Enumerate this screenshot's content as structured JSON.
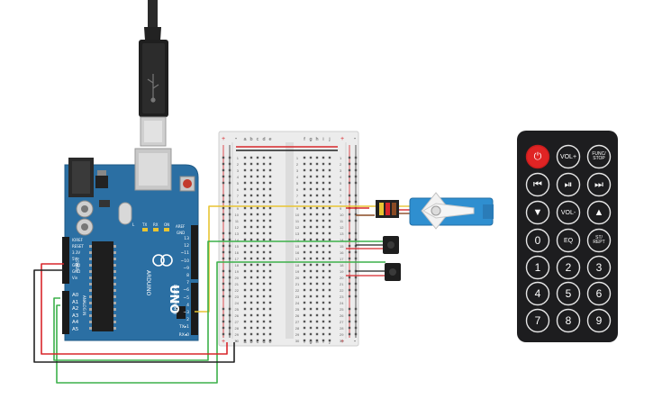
{
  "arduino": {
    "brand": "ARDUINO",
    "model": "UNO",
    "aref": "AREF",
    "gnd": "GND",
    "digital_label": "DIGITAL (PWM~)",
    "digital_pins": [
      "13",
      "12",
      "~11",
      "~10",
      "~9",
      "8",
      "7",
      "~6",
      "~5",
      "4",
      "~3",
      "2",
      "TX▸1",
      "RX◂0"
    ],
    "power_label": "POWER",
    "power_pins": [
      "IOREF",
      "RESET",
      "3.3V",
      "5V",
      "GND",
      "GND",
      "Vin"
    ],
    "analog_label": "ANALOG IN",
    "analog_pins": [
      "A0",
      "A1",
      "A2",
      "A3",
      "A4",
      "A5"
    ],
    "led_labels": [
      "L",
      "TX",
      "RX",
      "ON"
    ]
  },
  "breadboard": {
    "columns": [
      "a",
      "b",
      "c",
      "d",
      "e",
      "f",
      "g",
      "h",
      "i",
      "j"
    ],
    "rail_plus": "+",
    "rail_minus": "-",
    "row_count": 30
  },
  "remote": {
    "buttons": [
      {
        "label": "⏻",
        "name": "power-button"
      },
      {
        "label": "VOL+",
        "name": "vol-up-button"
      },
      {
        "label": "FUNC/\nSTOP",
        "name": "func-stop-button"
      },
      {
        "label": "⏮",
        "name": "prev-button"
      },
      {
        "label": "⏯",
        "name": "play-pause-button"
      },
      {
        "label": "⏭",
        "name": "next-button"
      },
      {
        "label": "▼",
        "name": "down-button"
      },
      {
        "label": "VOL-",
        "name": "vol-down-button"
      },
      {
        "label": "▲",
        "name": "up-button"
      },
      {
        "label": "0",
        "name": "digit-0-button"
      },
      {
        "label": "EQ",
        "name": "eq-button"
      },
      {
        "label": "ST/\nREPT",
        "name": "st-rept-button"
      },
      {
        "label": "1",
        "name": "digit-1-button"
      },
      {
        "label": "2",
        "name": "digit-2-button"
      },
      {
        "label": "3",
        "name": "digit-3-button"
      },
      {
        "label": "4",
        "name": "digit-4-button"
      },
      {
        "label": "5",
        "name": "digit-5-button"
      },
      {
        "label": "6",
        "name": "digit-6-button"
      },
      {
        "label": "7",
        "name": "digit-7-button"
      },
      {
        "label": "8",
        "name": "digit-8-button"
      },
      {
        "label": "9",
        "name": "digit-9-button"
      }
    ]
  },
  "colors": {
    "arduino_board": "#2b6fa3",
    "wire_yellow": "#e8c432",
    "wire_red": "#d8262b",
    "wire_black": "#222222",
    "wire_green": "#3cb04a",
    "wire_brown": "#8a4a24",
    "servo": "#2f8fd0",
    "remote_body": "#1d1d1f",
    "power_button": "#e02424"
  }
}
